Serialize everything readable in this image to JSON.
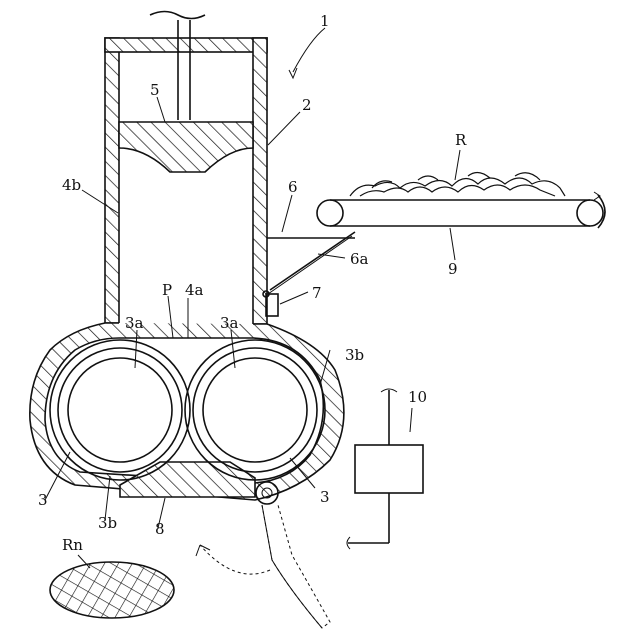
{
  "labels": {
    "l1": "1",
    "l2": "2",
    "l3_left": "3",
    "l3_right": "3",
    "l3a_left": "3a",
    "l3a_right": "3a",
    "l3b_left": "3b",
    "l3b_right": "3b",
    "l4a": "4a",
    "l4b": "4b",
    "l5": "5",
    "l6": "6",
    "l6a": "6a",
    "l7": "7",
    "l8": "8",
    "l9": "9",
    "l10": "10",
    "lP": "P",
    "lR": "R",
    "lRn": "Rn"
  }
}
